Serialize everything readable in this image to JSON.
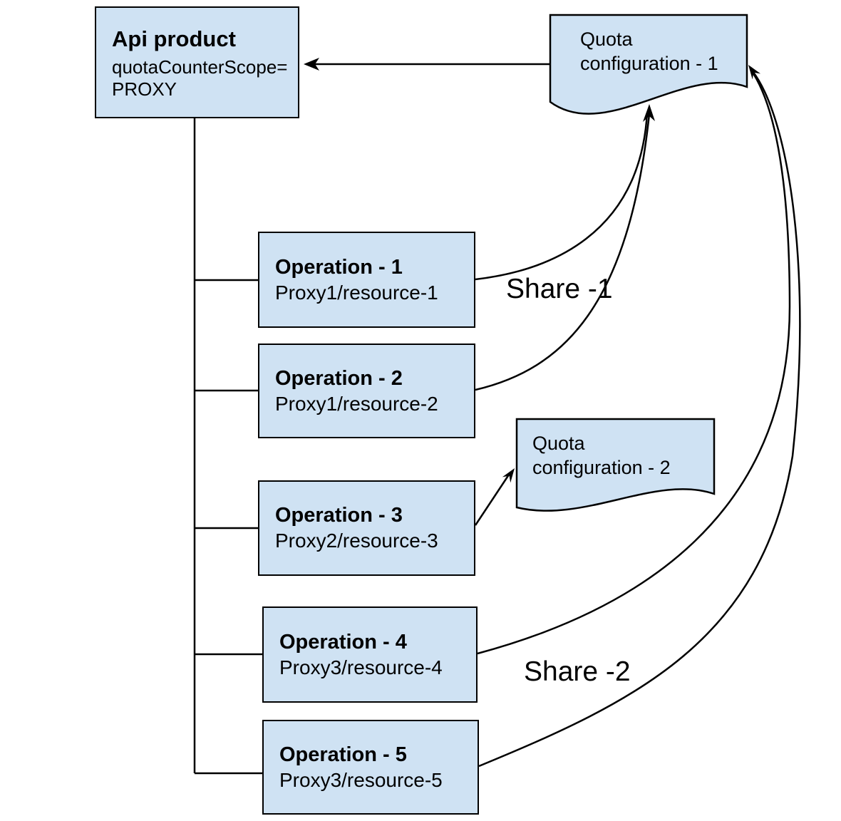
{
  "colors": {
    "node_fill": "#cfe2f3",
    "node_border": "#000000",
    "connector": "#000000",
    "text": "#000000",
    "background": "#ffffff"
  },
  "api_product": {
    "title": "Api product",
    "subtitle_line1": "quotaCounterScope=",
    "subtitle_line2": "PROXY"
  },
  "quota_config_1": {
    "line1": "Quota",
    "line2": "configuration - 1"
  },
  "quota_config_2": {
    "line1": "Quota",
    "line2": "configuration - 2"
  },
  "operations": [
    {
      "title": "Operation - 1",
      "resource": "Proxy1/resource-1"
    },
    {
      "title": "Operation - 2",
      "resource": "Proxy1/resource-2"
    },
    {
      "title": "Operation - 3",
      "resource": "Proxy2/resource-3"
    },
    {
      "title": "Operation - 4",
      "resource": "Proxy3/resource-4"
    },
    {
      "title": "Operation - 5",
      "resource": "Proxy3/resource-5"
    }
  ],
  "share_labels": {
    "share_1": "Share -1",
    "share_2": "Share -2"
  }
}
